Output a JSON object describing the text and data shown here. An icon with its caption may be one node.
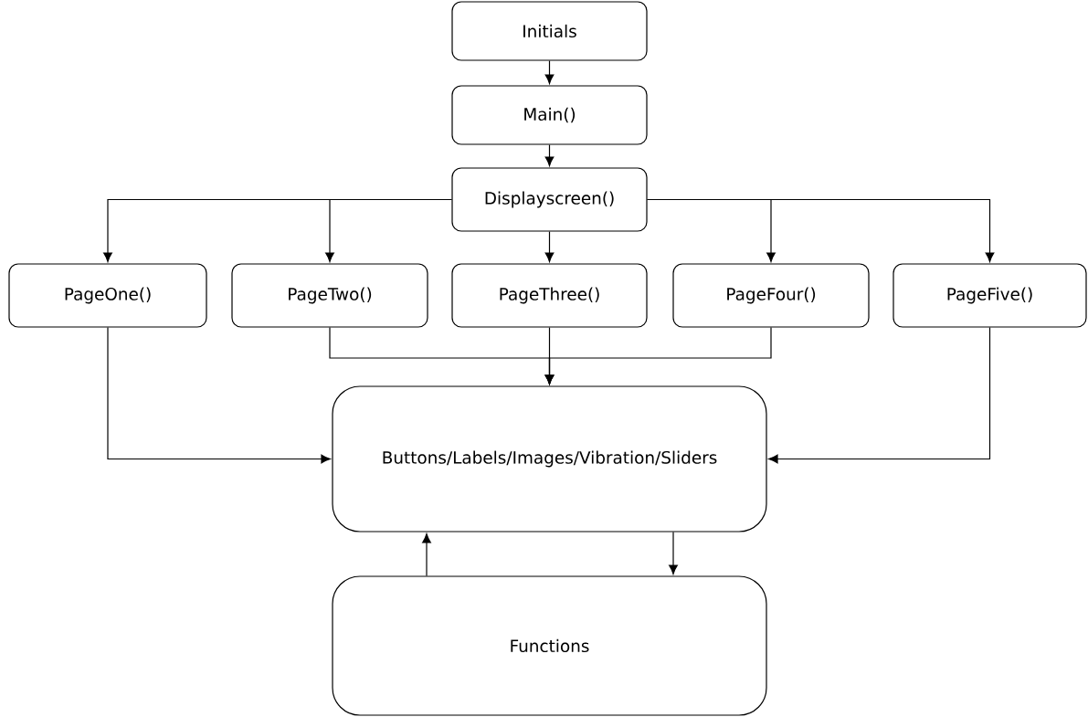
{
  "diagram": {
    "nodes": [
      {
        "text": [
          "Initials"
        ]
      },
      {
        "text": [
          "Main()"
        ]
      },
      {
        "text": [
          "Displayscreen()"
        ]
      },
      {
        "text": [
          "PageOne()"
        ]
      },
      {
        "text": [
          "PageTwo()"
        ]
      },
      {
        "text": [
          "PageThree()"
        ]
      },
      {
        "text": [
          "PageFour()"
        ]
      },
      {
        "text": [
          "PageFive()"
        ]
      },
      {
        "text": [
          "Buttons/Labels/Images/Vibration/Sliders"
        ]
      },
      {
        "text": [
          "Functions"
        ]
      }
    ],
    "edges": [
      {
        "from": 0,
        "to": 1,
        "arrow": "to"
      },
      {
        "from": 1,
        "to": 2,
        "arrow": "to"
      },
      {
        "from": 2,
        "to": 3,
        "arrow": "to"
      },
      {
        "from": 2,
        "to": 4,
        "arrow": "to"
      },
      {
        "from": 2,
        "to": 5,
        "arrow": "to"
      },
      {
        "from": 2,
        "to": 6,
        "arrow": "to"
      },
      {
        "from": 2,
        "to": 7,
        "arrow": "to"
      },
      {
        "from": 3,
        "to": 8,
        "arrow": "to"
      },
      {
        "from": 4,
        "to": 8,
        "arrow": "to"
      },
      {
        "from": 5,
        "to": 8,
        "arrow": "to"
      },
      {
        "from": 6,
        "to": 8,
        "arrow": "to"
      },
      {
        "from": 7,
        "to": 8,
        "arrow": "to"
      },
      {
        "from": 9,
        "to": 8,
        "arrow": "to"
      },
      {
        "from": 8,
        "to": 9,
        "arrow": "to"
      }
    ]
  }
}
